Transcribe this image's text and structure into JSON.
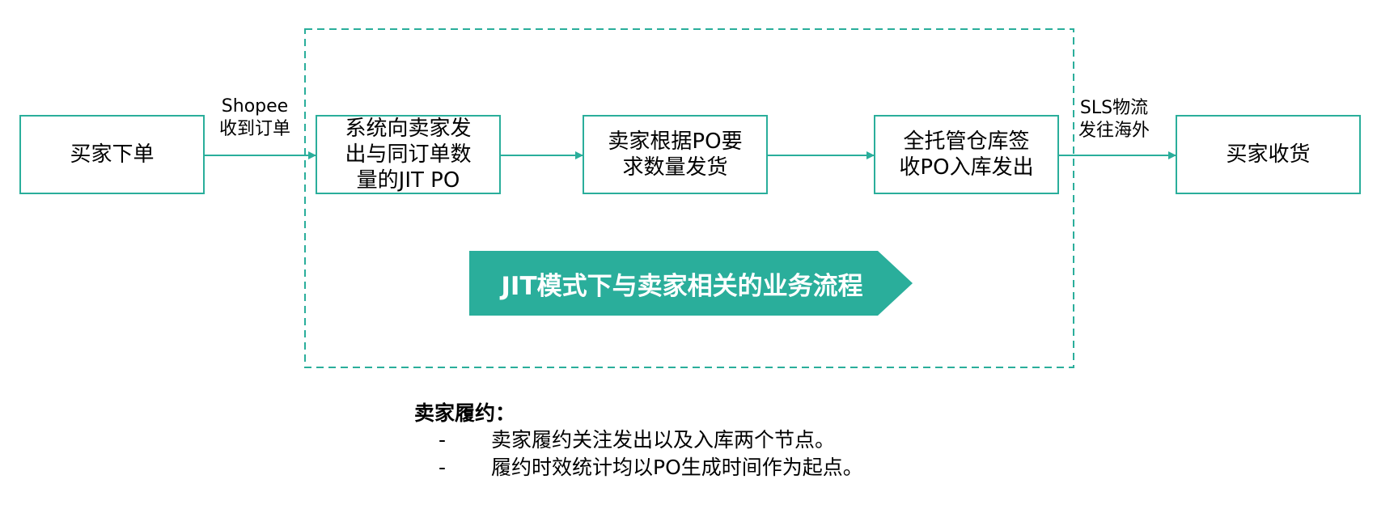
{
  "nodes": {
    "buyer_order": "买家下单",
    "system_po": [
      "系统向卖家发",
      "出与同订单数",
      "量的JIT PO"
    ],
    "seller_ship": [
      "卖家根据PO要",
      "求数量发货"
    ],
    "warehouse": [
      "全托管仓库签",
      "收PO入库发出"
    ],
    "buyer_receive": "买家收货"
  },
  "edge_labels": {
    "shopee": [
      "Shopee",
      "收到订单"
    ],
    "sls": [
      "SLS物流",
      "发往海外"
    ]
  },
  "banner": "JIT模式下与卖家相关的业务流程",
  "notes": {
    "title": "卖家履约：",
    "items": [
      {
        "bullet": "-",
        "text": "卖家履约关注发出以及入库两个节点。"
      },
      {
        "bullet": "-",
        "text": "履约时效统计均以PO生成时间作为起点。"
      }
    ]
  },
  "colors": {
    "accent": "#2AAE9B"
  }
}
